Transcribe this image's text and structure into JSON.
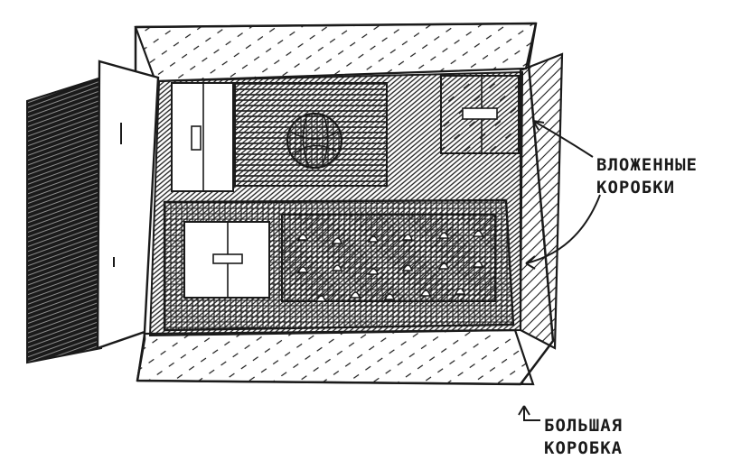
{
  "labels": {
    "nested_boxes": {
      "line1": "ВЛОЖЕННЫЕ",
      "line2": "КОРОБКИ"
    },
    "big_box": {
      "line1": "БОЛЬШАЯ",
      "line2": "КОРОБКА"
    }
  },
  "colors": {
    "ink": "#1a1a1a",
    "paper": "#ffffff"
  }
}
